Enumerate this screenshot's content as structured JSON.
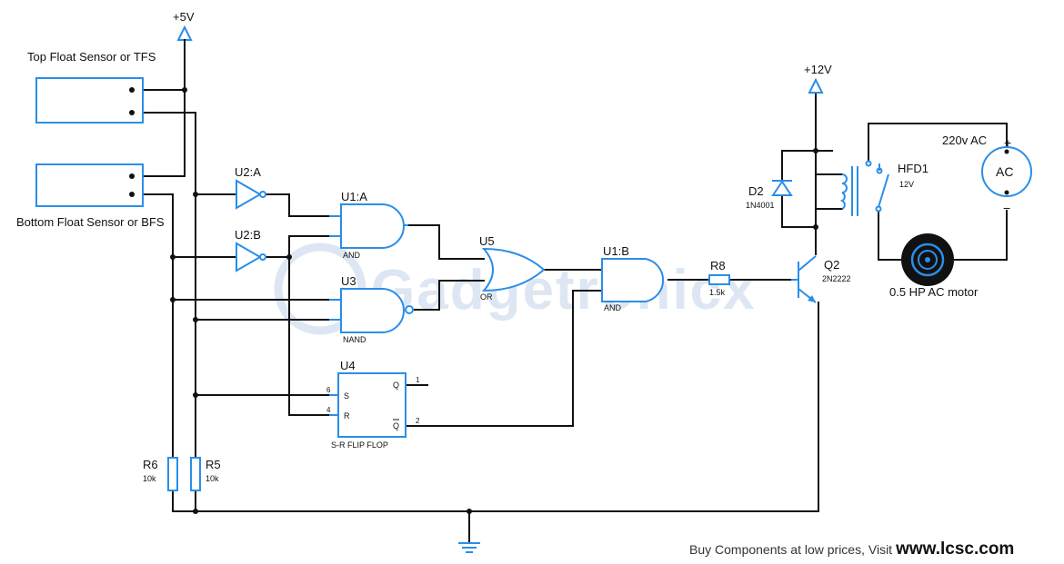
{
  "labels": {
    "vcc5": "+5V",
    "vcc12": "+12V",
    "tfs": "Top Float Sensor or TFS",
    "bfs": "Bottom Float Sensor or BFS",
    "u2a": "U2:A",
    "u2b": "U2:B",
    "u1a": "U1:A",
    "u1a_type": "AND",
    "u3": "U3",
    "u3_type": "NAND",
    "u5": "U5",
    "u5_type": "OR",
    "u1b": "U1:B",
    "u1b_type": "AND",
    "u4": "U4",
    "u4_type": "S-R FLIP FLOP",
    "u4_pin_s": "S",
    "u4_pin_r": "R",
    "u4_pin_q": "Q",
    "u4_pin_qbar": "Q",
    "u4_pin6": "6",
    "u4_pin4": "4",
    "u4_pin1": "1",
    "u4_pin2": "2",
    "r8": "R8",
    "r8_val": "1.5k",
    "r6": "R6",
    "r6_val": "10k",
    "r5": "R5",
    "r5_val": "10k",
    "d2": "D2",
    "d2_part": "1N4001",
    "hfd1": "HFD1",
    "hfd1_val": "12V",
    "q2": "Q2",
    "q2_part": "2N2222",
    "ac_supply": "220v AC",
    "ac_symbol": "AC",
    "ac_plus": "+",
    "ac_minus": "−",
    "motor": "0.5 HP AC motor"
  },
  "watermark": "Gadgetronicx",
  "footer": {
    "text": "Buy Components at low prices, Visit",
    "url": "www.lcsc.com"
  },
  "colors": {
    "component": "#2a8ee8",
    "wire": "#111111",
    "watermark": "#dde7f3"
  }
}
